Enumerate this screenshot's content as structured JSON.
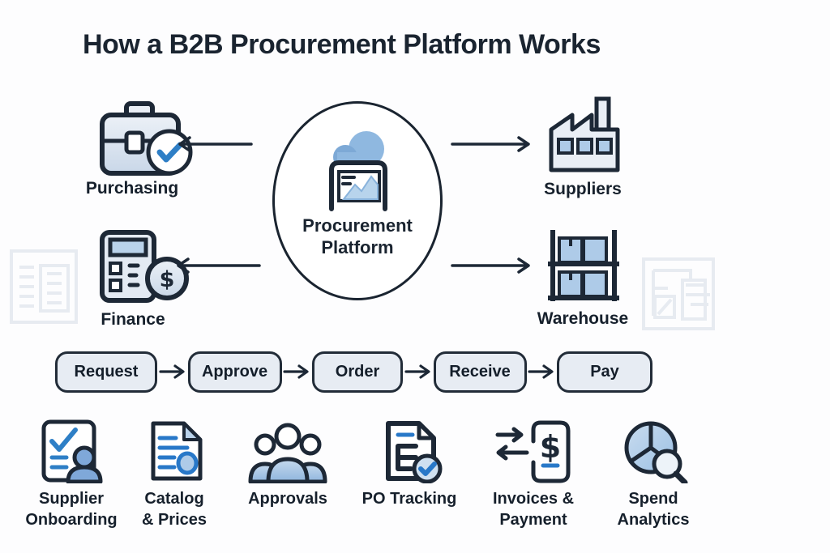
{
  "title": "How a B2B Procurement Platform Works",
  "center": {
    "icon": "cloud-dashboard-icon",
    "label_line1": "Procurement",
    "label_line2": "Platform"
  },
  "nodes": [
    {
      "id": "purchasing",
      "label": "Purchasing",
      "icon": "briefcase-check-icon"
    },
    {
      "id": "suppliers",
      "label": "Suppliers",
      "icon": "factory-icon"
    },
    {
      "id": "finance",
      "label": "Finance",
      "icon": "calculator-dollar-icon"
    },
    {
      "id": "warehouse",
      "label": "Warehouse",
      "icon": "shelf-boxes-icon"
    }
  ],
  "workflow": [
    "Request",
    "Approve",
    "Order",
    "Receive",
    "Pay"
  ],
  "features": [
    {
      "id": "supplier-onboarding",
      "icon": "document-check-person-icon",
      "label_line1": "Supplier",
      "label_line2": "Onboarding"
    },
    {
      "id": "catalog-prices",
      "icon": "document-price-list-icon",
      "label_line1": "Catalog",
      "label_line2": "& Prices"
    },
    {
      "id": "approvals",
      "icon": "people-group-icon",
      "label_line1": "Approvals",
      "label_line2": ""
    },
    {
      "id": "po-tracking",
      "icon": "document-check-badge-icon",
      "label_line1": "PO Tracking",
      "label_line2": ""
    },
    {
      "id": "invoices-payment",
      "icon": "transfer-arrows-dollar-icon",
      "label_line1": "Invoices &",
      "label_line2": "Payment"
    },
    {
      "id": "spend-analytics",
      "icon": "pie-chart-magnifier-icon",
      "label_line1": "Spend",
      "label_line2": "Analytics"
    }
  ],
  "colors": {
    "ink": "#1d2836",
    "accent_blue": "#2e7fc6",
    "fill_blue": "#aecbe8",
    "fill_light": "#dde6f1",
    "pill_bg": "#e7ecf3",
    "watermark": "#e8ecf2",
    "background": "#fdfdfe"
  }
}
